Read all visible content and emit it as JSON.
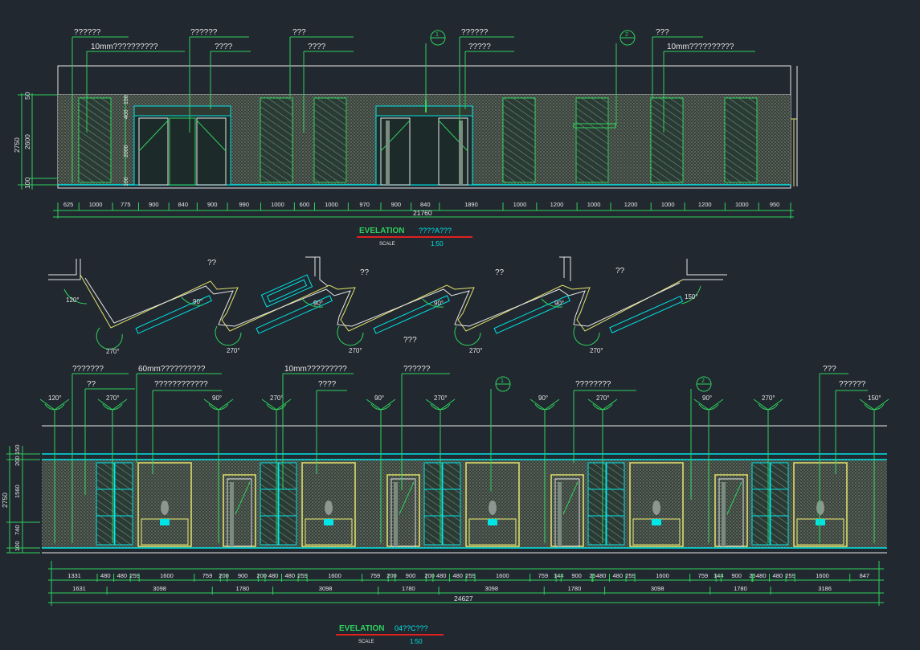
{
  "top_elevation": {
    "annotations": [
      "??????",
      "10mm??????????",
      "??????",
      "????",
      "???",
      "????",
      "??????",
      "?????",
      "???",
      "10mm??????????"
    ],
    "markers": [
      "1",
      "2"
    ],
    "height_total": "2750",
    "height_parts": [
      "50",
      "2600",
      "100"
    ],
    "inner_heights": [
      "150",
      "400",
      "2000",
      "100"
    ],
    "dims": [
      "625",
      "1000",
      "775",
      "900",
      "840",
      "900",
      "990",
      "1000",
      "600",
      "1000",
      "970",
      "900",
      "840",
      "1890",
      "1000",
      "1200",
      "1000",
      "1200",
      "1000",
      "1200",
      "1000",
      "950"
    ],
    "total": "21760",
    "title": "EVELATION",
    "subtitle": "????A???",
    "scale_label": "SCALE",
    "scale_value": "1:50"
  },
  "plan": {
    "labels": [
      "??",
      "??",
      "??",
      "??",
      "???"
    ],
    "angles": [
      "120°",
      "270°",
      "90°",
      "270°",
      "90°",
      "270°",
      "90°",
      "270°",
      "90°",
      "270°",
      "150°"
    ]
  },
  "bottom_elevation": {
    "annotations": [
      "???????",
      "??",
      "60mm??????????",
      "????????????",
      "10mm?????????",
      "????",
      "??????",
      "????????",
      "???",
      "??????"
    ],
    "markers": [
      "1",
      "2"
    ],
    "angles": [
      "120°",
      "270°",
      "90°",
      "270°",
      "90°",
      "270°",
      "90°",
      "270°",
      "90°",
      "270°",
      "150°"
    ],
    "height_total": "2750",
    "height_parts": [
      "150",
      "200",
      "1560",
      "740",
      "100"
    ],
    "dims_row1": [
      "1331",
      "480",
      "480",
      "259",
      "1600",
      "759",
      "200",
      "900",
      "200",
      "480",
      "480",
      "259",
      "1600",
      "759",
      "200",
      "900",
      "200",
      "480",
      "480",
      "259",
      "1600",
      "759",
      "144",
      "900",
      "25",
      "480",
      "480",
      "259",
      "1600",
      "759",
      "144",
      "900",
      "25",
      "480",
      "480",
      "259",
      "1600",
      "847"
    ],
    "dims_row2": [
      "1631",
      "3098",
      "1780",
      "3098",
      "1780",
      "3098",
      "1780",
      "3098",
      "1780",
      "3186"
    ],
    "total": "24627",
    "title": "EVELATION",
    "subtitle": "04??C???",
    "scale_label": "SCALE",
    "scale_value": "1:50"
  }
}
